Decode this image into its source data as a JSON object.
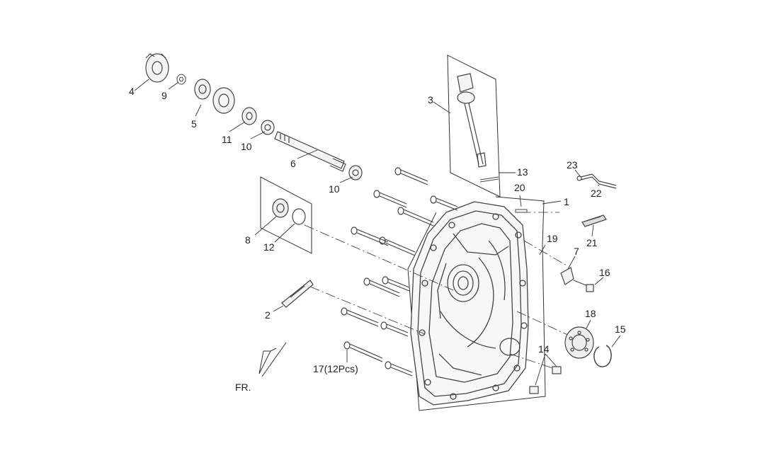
{
  "labels": {
    "n1": "1",
    "n2": "2",
    "n3": "3",
    "n4": "4",
    "n5": "5",
    "n6": "6",
    "n7": "7",
    "n8": "8",
    "n9": "9",
    "n10a": "10",
    "n10b": "10",
    "n11": "11",
    "n12": "12",
    "n13": "13",
    "n14": "14",
    "n15": "15",
    "n16": "16",
    "n17": "17(12Pcs)",
    "n18": "18",
    "n19": "19",
    "n20": "20",
    "n21": "21",
    "n22": "22",
    "n23": "23",
    "fr": "FR."
  },
  "colors": {
    "line": "#333333",
    "part": "#555555",
    "fill": "#f4f4f4",
    "dark": "#444444"
  }
}
